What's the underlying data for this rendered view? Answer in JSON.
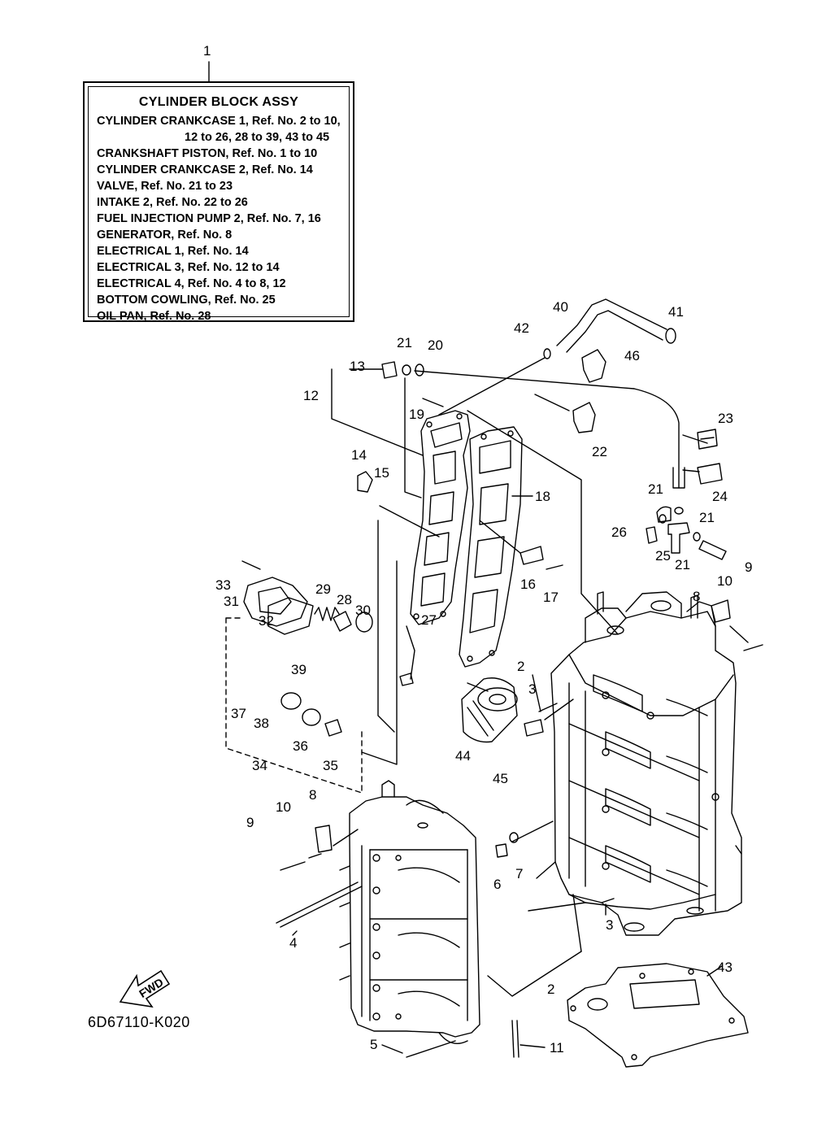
{
  "info_box": {
    "title": "CYLINDER BLOCK ASSY",
    "lines": [
      "CYLINDER CRANKCASE 1,  Ref. No. 2 to 10,",
      "12 to 26, 28 to 39, 43 to 45",
      "CRANKSHAFT PISTON,  Ref. No. 1 to 10",
      "CYLINDER CRANKCASE 2,  Ref. No. 14",
      "VALVE,  Ref. No. 21 to 23",
      "INTAKE 2,  Ref. No. 22 to 26",
      "FUEL INJECTION PUMP 2,  Ref. No. 7, 16",
      "GENERATOR,  Ref. No. 8",
      "ELECTRICAL 1,  Ref. No. 14",
      "ELECTRICAL 3,  Ref. No. 12 to 14",
      "ELECTRICAL 4,  Ref. No. 4 to 8, 12",
      "BOTTOM COWLING,  Ref. No. 25",
      "OIL PAN,  Ref. No. 28"
    ]
  },
  "callouts": {
    "c1": "1",
    "c2a": "2",
    "c2b": "2",
    "c3a": "3",
    "c3b": "3",
    "c4": "4",
    "c5": "5",
    "c6": "6",
    "c7": "7",
    "c8a": "8",
    "c8b": "8",
    "c9a": "9",
    "c9b": "9",
    "c10a": "10",
    "c10b": "10",
    "c11": "11",
    "c12": "12",
    "c13": "13",
    "c14": "14",
    "c15": "15",
    "c16": "16",
    "c17": "17",
    "c18": "18",
    "c19": "19",
    "c20": "20",
    "c21a": "21",
    "c21b": "21",
    "c21c": "21",
    "c21d": "21",
    "c22": "22",
    "c23": "23",
    "c24": "24",
    "c25": "25",
    "c26": "26",
    "c27": "27",
    "c28": "28",
    "c29": "29",
    "c30": "30",
    "c31": "31",
    "c32": "32",
    "c33": "33",
    "c34": "34",
    "c35": "35",
    "c36": "36",
    "c37": "37",
    "c38": "38",
    "c39": "39",
    "c40": "40",
    "c41": "41",
    "c42": "42",
    "c43": "43",
    "c44": "44",
    "c45": "45",
    "c46": "46"
  },
  "fwd_label": "FWD",
  "doc_code": "6D67110-K020"
}
